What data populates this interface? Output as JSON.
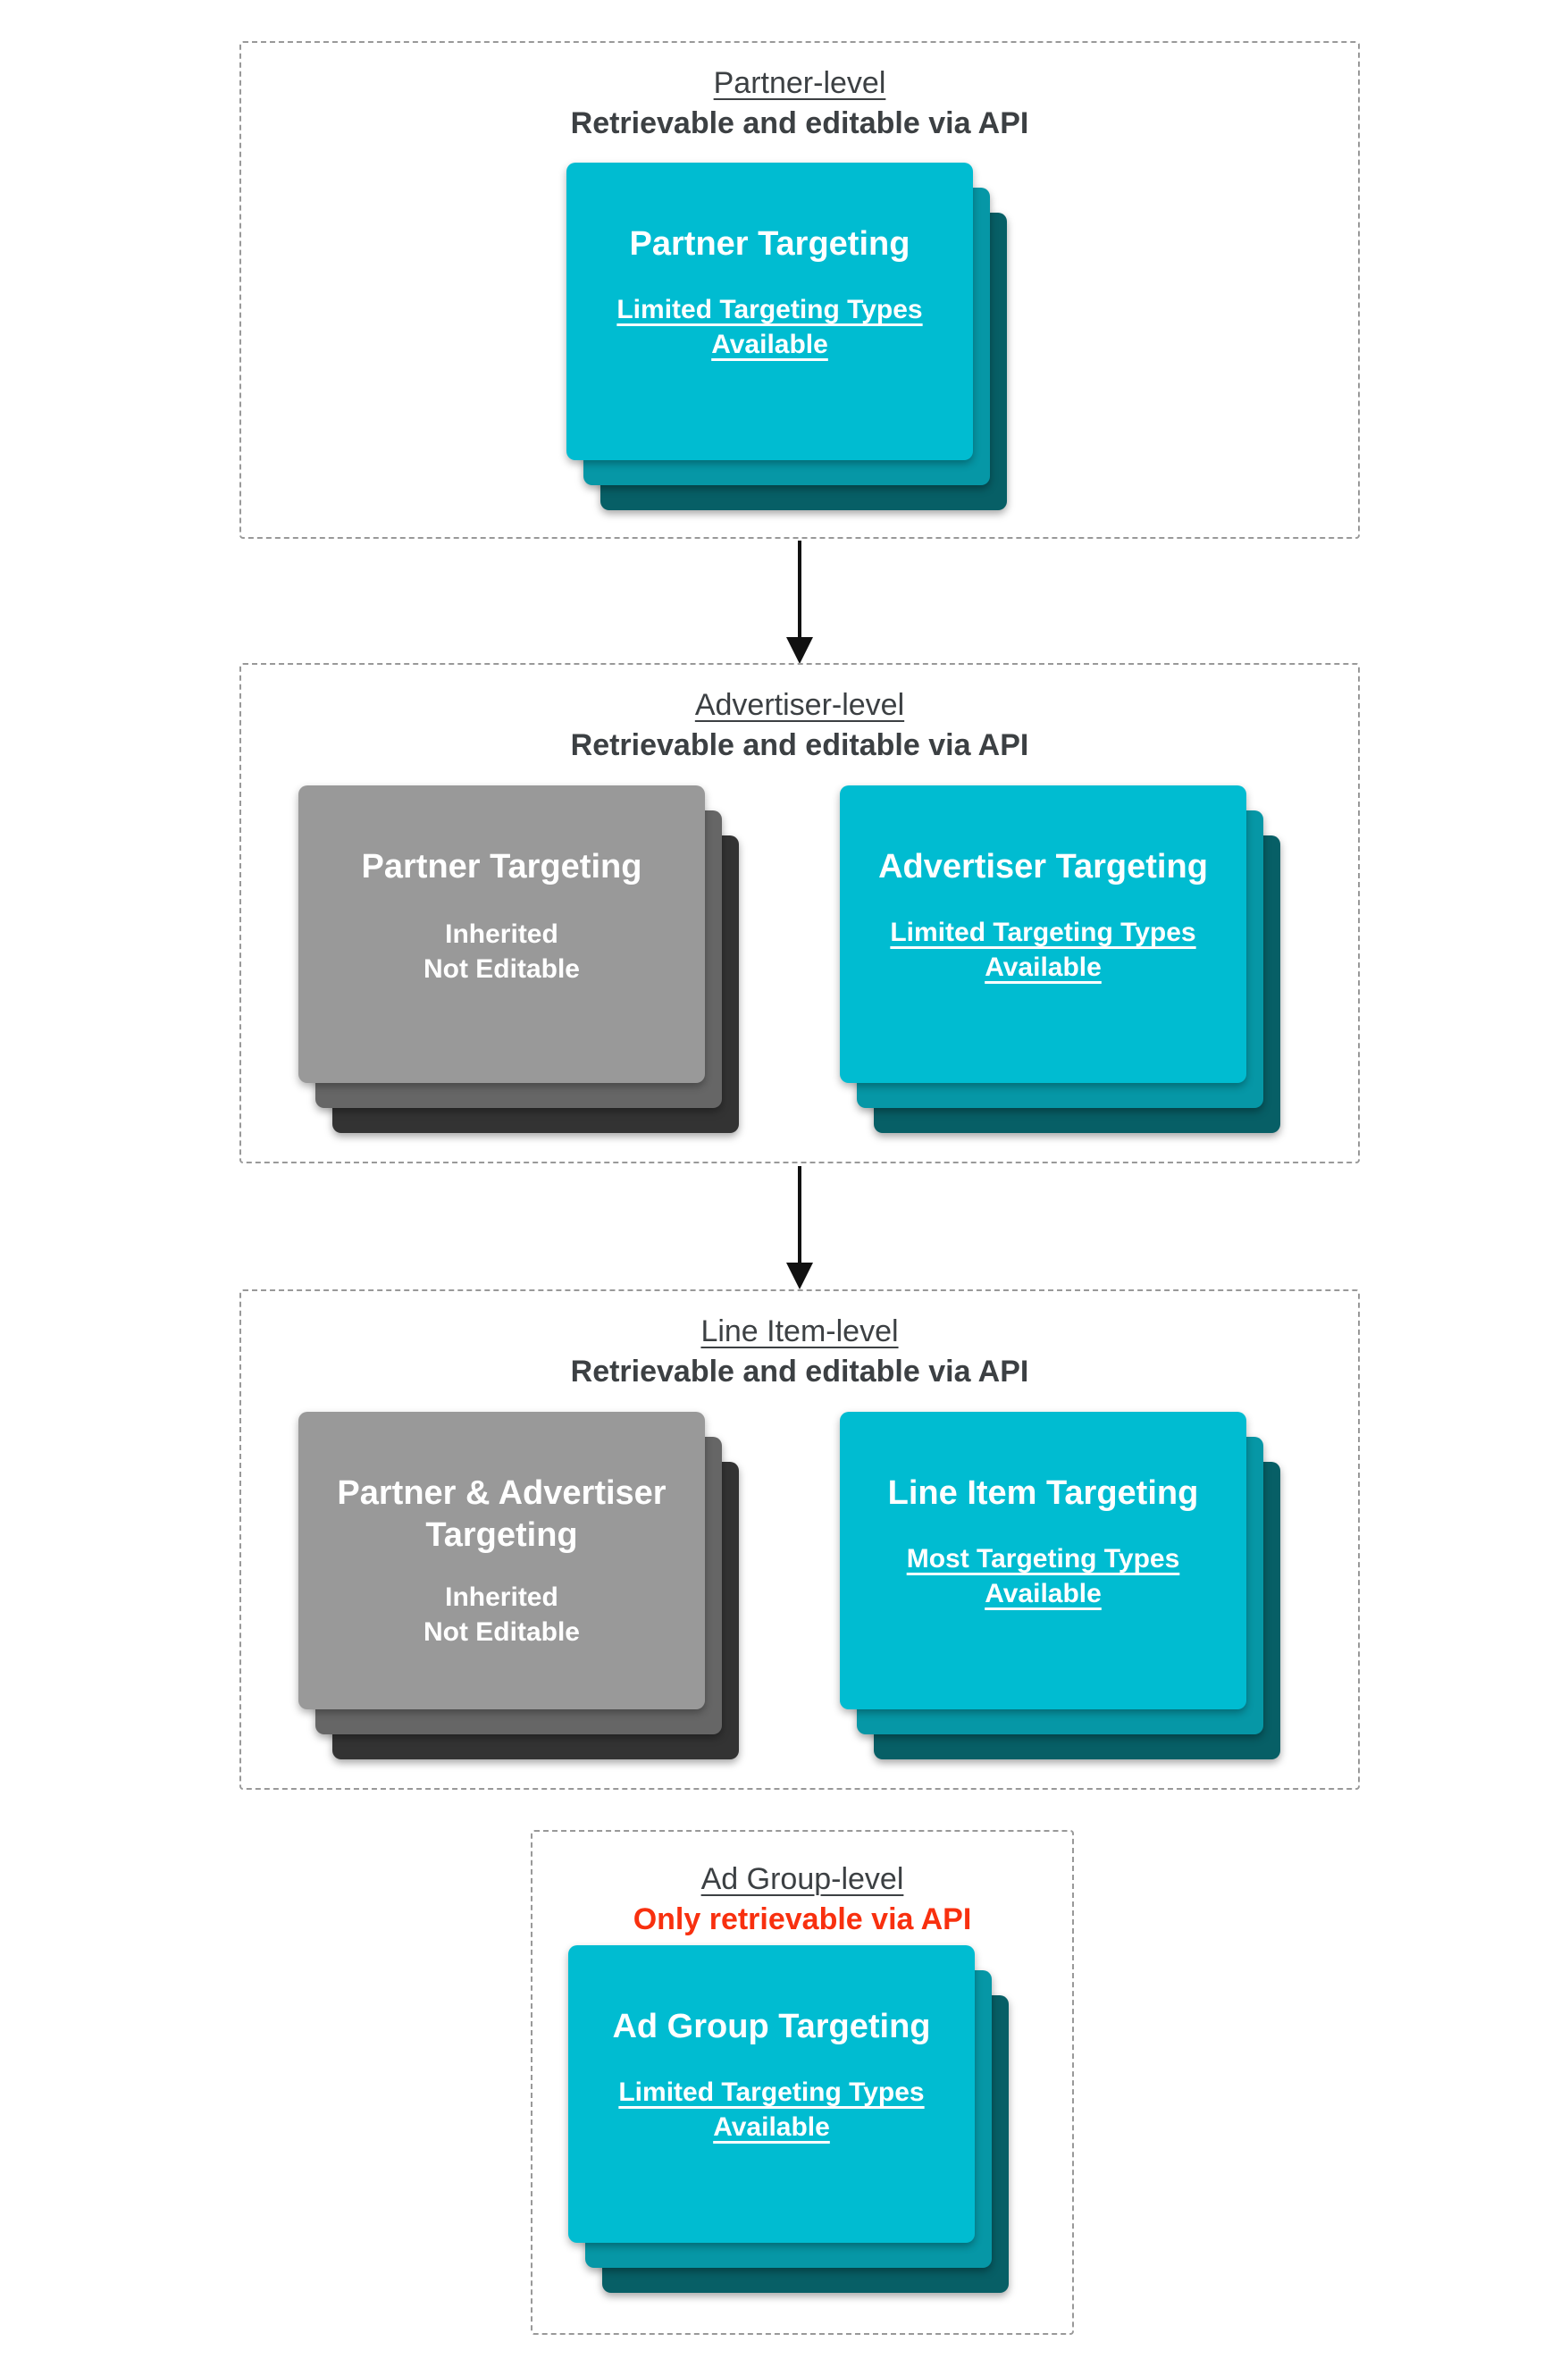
{
  "palette": {
    "teal_main": "#00BCD1",
    "teal_layer2": "#0697A6",
    "teal_layer3": "#075F66",
    "gray_main": "#999999",
    "gray_layer2": "#666666",
    "gray_layer3": "#333333",
    "title_text": "#3C4043",
    "red_text": "#F8300F",
    "card_text": "#FFFFFF",
    "dashed_border": "#999999",
    "arrow_color": "#111111"
  },
  "sections": [
    {
      "title": "Partner-level",
      "subtitle": "Retrievable and editable via API",
      "cards": [
        {
          "variant": "teal",
          "title": "Partner Targeting",
          "subtitle": "Limited Targeting Types Available"
        }
      ]
    },
    {
      "title": "Advertiser-level",
      "subtitle": "Retrievable and editable via API",
      "cards": [
        {
          "variant": "gray",
          "title": "Partner Targeting",
          "lines": [
            "Inherited",
            "Not Editable"
          ]
        },
        {
          "variant": "teal",
          "title": "Advertiser Targeting",
          "subtitle": "Limited Targeting Types Available"
        }
      ]
    },
    {
      "title": "Line Item-level",
      "subtitle": "Retrievable and editable via API",
      "cards": [
        {
          "variant": "gray",
          "title": "Partner & Advertiser Targeting",
          "lines": [
            "Inherited",
            "Not Editable"
          ]
        },
        {
          "variant": "teal",
          "title": "Line Item Targeting",
          "subtitle": "Most Targeting Types Available"
        }
      ]
    },
    {
      "title": "Ad Group-level",
      "subtitle": "Only retrievable via API",
      "cards": [
        {
          "variant": "teal",
          "title": "Ad Group Targeting",
          "subtitle": "Limited Targeting Types Available"
        }
      ]
    }
  ]
}
